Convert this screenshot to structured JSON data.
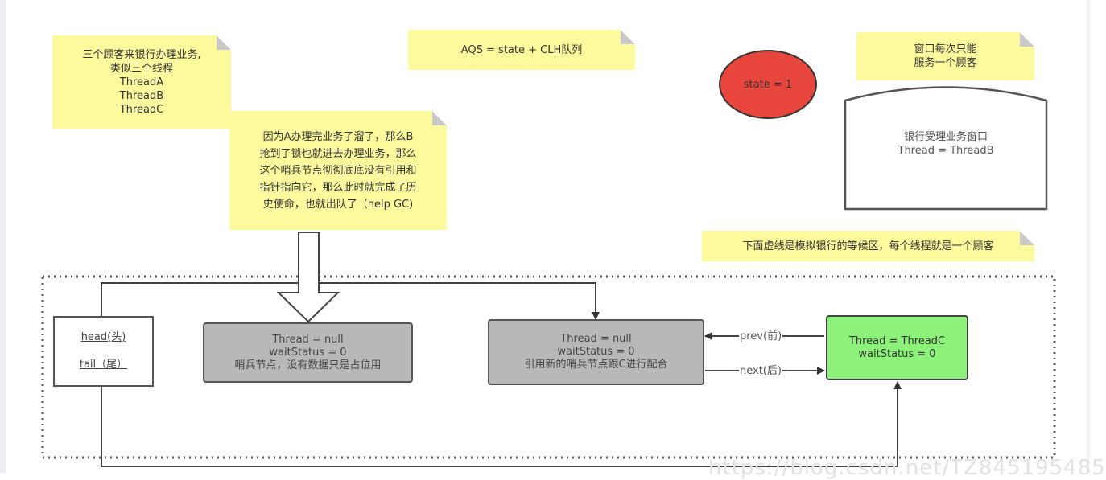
{
  "notes": {
    "customers": "三个顾客来银行办理业务,\n类似三个线程\nThreadA\nThreadB\nThreadC",
    "aqs": "AQS = state + CLH队列",
    "window_note": "窗口每次只能\n服务一个顾客",
    "explanation": "因为A办理完业务了溜了，那么B\n抢到了锁也就进去办理业务，那么\n这个哨兵节点彻彻底底没有引用和\n指针指向它，那么此时就完成了历\n史使命，也就出队了（help GC)",
    "waiting_area": "下面虚线是模拟银行的等候区，每个线程就是一个顾客"
  },
  "state_ellipse": {
    "label": "state = 1",
    "color": "#e8463c"
  },
  "bank_window": {
    "title": "银行受理业务窗口",
    "thread": "Thread = ThreadB"
  },
  "queue": {
    "head_label": "head(头)",
    "tail_label": "tail（尾）",
    "old_sentinel": "Thread = null\nwaitStatus = 0\n哨兵节点，没有数据只是占位用",
    "new_sentinel": "Thread = null\nwaitStatus = 0\n引用新的哨兵节点跟C进行配合",
    "thread_c": "Thread = ThreadC\nwaitStatus = 0",
    "prev_label": "prev(前)",
    "next_label": "next(后)"
  },
  "colors": {
    "note_yellow": "#fdfa9d",
    "node_gray": "#b8b8b8",
    "node_green": "#8cf27a",
    "state_red": "#e8463c"
  },
  "watermark": "https://blog.csdn.net/TZ845195485"
}
